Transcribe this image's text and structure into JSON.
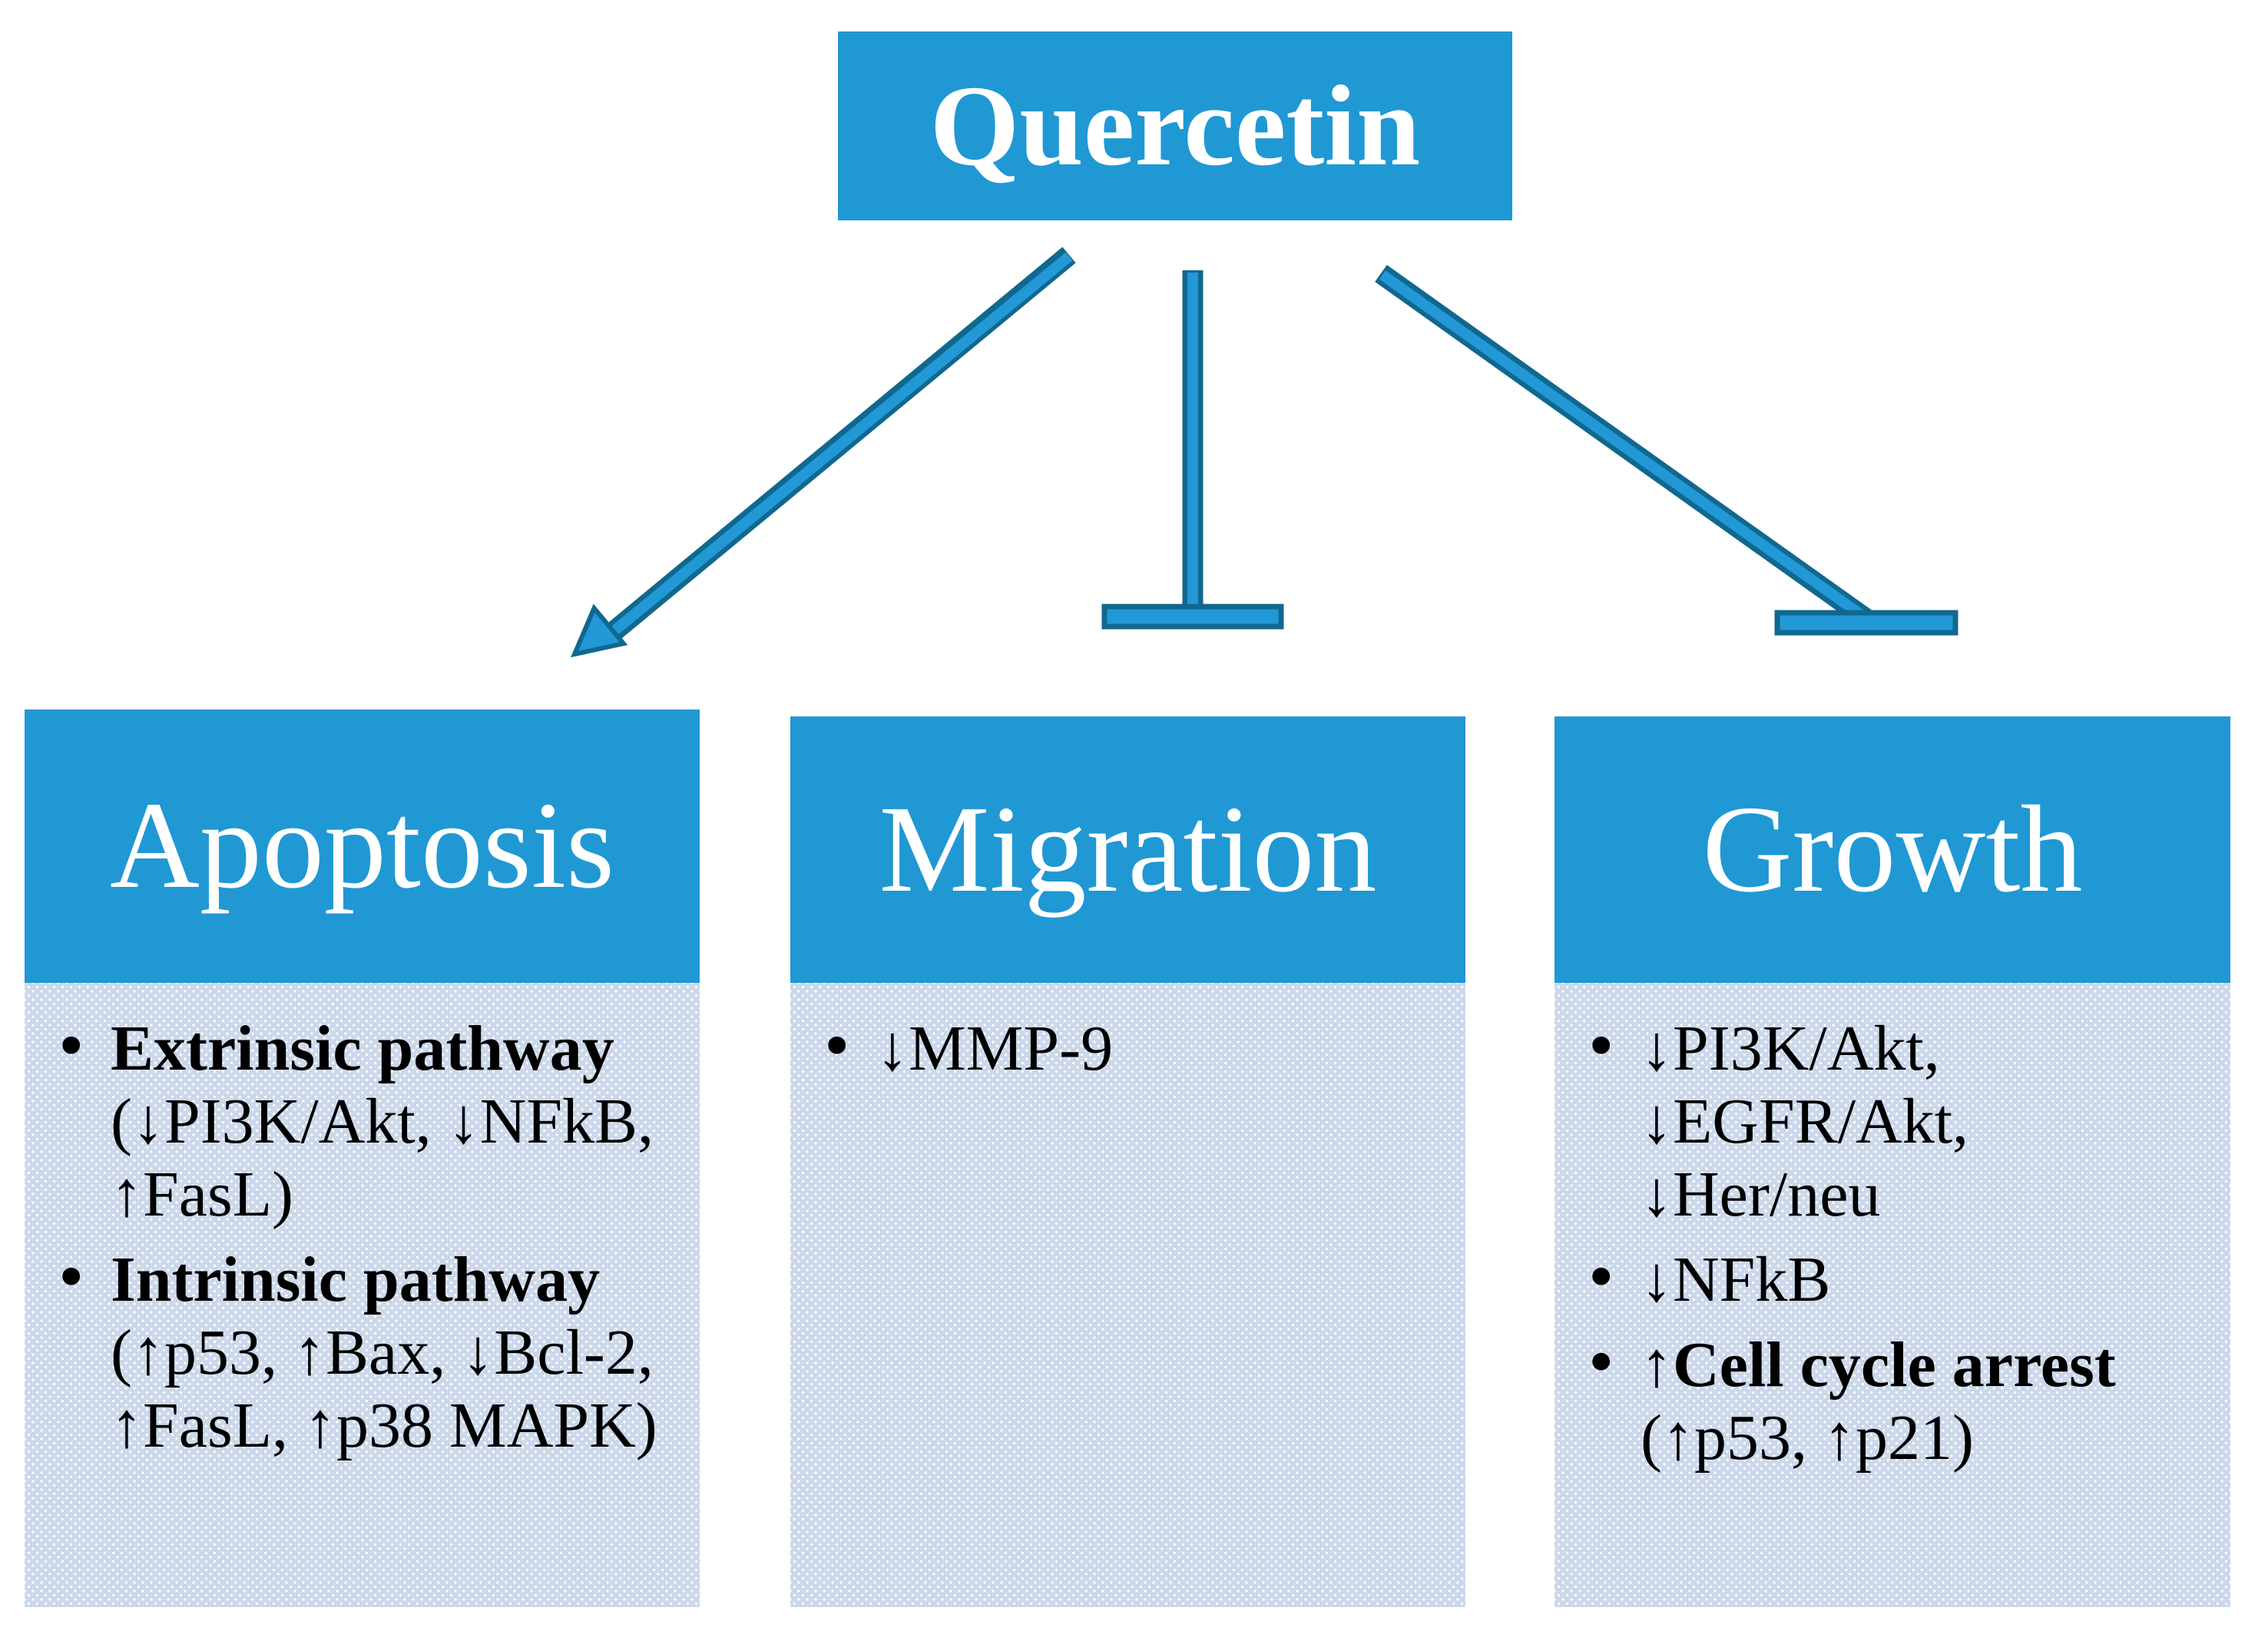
{
  "root": {
    "label": "Quercetin"
  },
  "bullet_char": "•",
  "colors": {
    "header_blue": "#2098d4",
    "body_light_blue": "#ccd8ea",
    "connector_fill": "#2398d6",
    "connector_stroke": "#10688f",
    "header_text": "#ffffff",
    "body_text": "#000000"
  },
  "connections": [
    {
      "from": "Quercetin",
      "to": "Apoptosis",
      "type": "arrow-promotes"
    },
    {
      "from": "Quercetin",
      "to": "Migration",
      "type": "inhibition-bar"
    },
    {
      "from": "Quercetin",
      "to": "Growth",
      "type": "inhibition-bar"
    }
  ],
  "boxes": [
    {
      "title": "Apoptosis",
      "bullets": [
        {
          "prefix": "",
          "bold": "Extrinsic pathway",
          "rest": " (↓PI3K/Akt, ↓NFkB, ↑FasL)"
        },
        {
          "prefix": "",
          "bold": "Intrinsic pathway",
          "rest": " (↑p53, ↑Bax, ↓Bcl-2, ↑FasL, ↑p38 MAPK)"
        }
      ]
    },
    {
      "title": "Migration",
      "bullets": [
        {
          "prefix": "↓MMP-9",
          "bold": "",
          "rest": ""
        }
      ]
    },
    {
      "title": "Growth",
      "bullets": [
        {
          "prefix": "↓PI3K/Akt, ↓EGFR/Akt, ↓Her/neu",
          "bold": "",
          "rest": ""
        },
        {
          "prefix": "↓NFkB",
          "bold": "",
          "rest": ""
        },
        {
          "prefix": "↑",
          "bold": "Cell cycle arrest",
          "rest": " (↑p53, ↑p21)"
        }
      ]
    }
  ]
}
